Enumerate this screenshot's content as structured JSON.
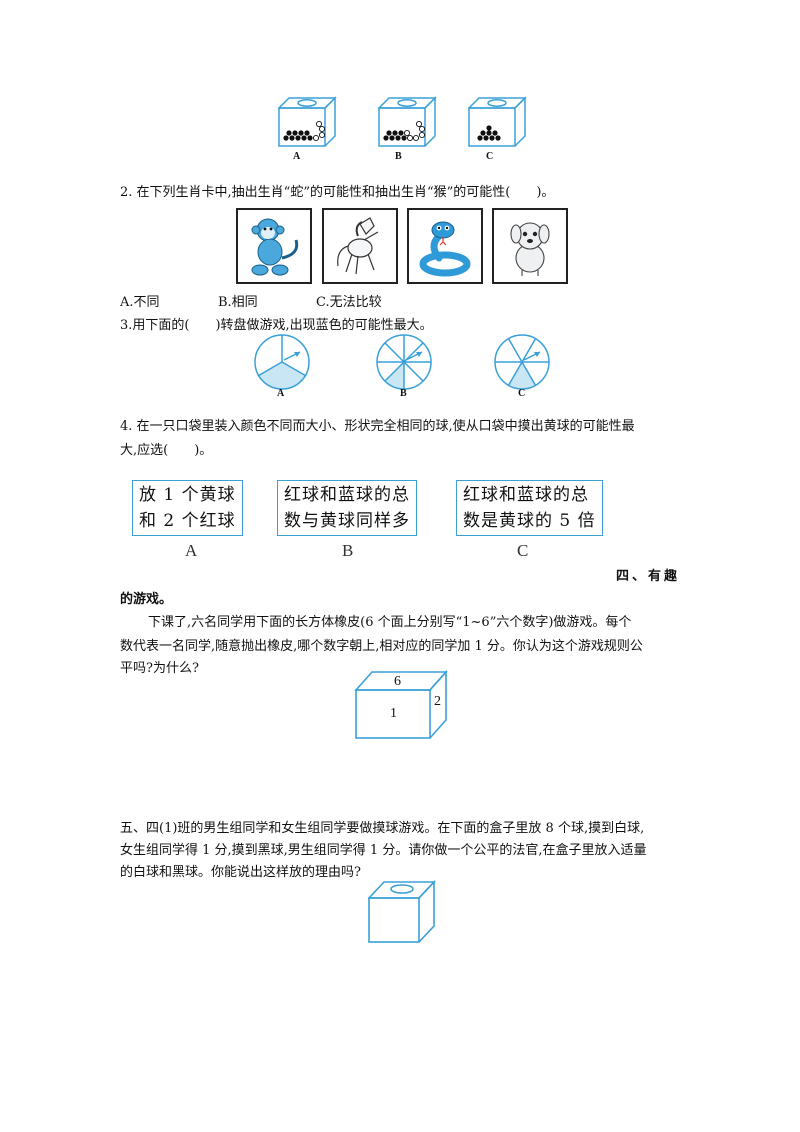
{
  "q1_boxes": [
    {
      "label": "A"
    },
    {
      "label": "B"
    },
    {
      "label": "C"
    }
  ],
  "q2": {
    "stem": "2. 在下列生肖卡中,抽出生肖“蛇”的可能性和抽出生肖“猴”的可能性(　　)。",
    "cards": [
      "monkey-icon",
      "horse-icon",
      "snake-icon",
      "dog-icon"
    ],
    "options": [
      "A.不同",
      "B.相同",
      "C.无法比较"
    ]
  },
  "q3": {
    "stem": "3.用下面的(　　)转盘做游戏,出现蓝色的可能性最大。",
    "spinners": [
      {
        "label": "A",
        "sectors": 3,
        "blue_fraction": 0.333
      },
      {
        "label": "B",
        "sectors": 8,
        "blue_fraction": 0.125
      },
      {
        "label": "C",
        "sectors": 6,
        "blue_fraction": 0.167
      }
    ],
    "blue_color": "#c9e6f5"
  },
  "q4": {
    "stem_line1": "4. 在一只口袋里装入颜色不同而大小、形状完全相同的球,使从口袋中摸出黄球的可能性最",
    "stem_line2": "大,应选(　　)。",
    "options": [
      {
        "line1": "放 1 个黄球",
        "line2": "和 2 个红球",
        "label": "A"
      },
      {
        "line1": "红球和蓝球的总",
        "line2": "数与黄球同样多",
        "label": "B"
      },
      {
        "line1": "红球和蓝球的总",
        "line2": "数是黄球的 5 倍",
        "label": "C"
      }
    ]
  },
  "s4": {
    "heading_part1": "四、有趣",
    "heading_part2": "的游戏。",
    "line1": "下课了,六名同学用下面的长方体橡皮(6 个面上分别写“1~6”六个数字)做游戏。每个",
    "line2": "数代表一名同学,随意抛出橡皮,哪个数字朝上,相对应的同学加 1 分。你认为这个游戏规则公",
    "line3": "平吗?为什么?",
    "eraser_top": "6",
    "eraser_front": "1",
    "eraser_side": "2"
  },
  "s5": {
    "line1": "五、四(1)班的男生组同学和女生组同学要做摸球游戏。在下面的盒子里放 8 个球,摸到白球,",
    "line2": "女生组同学得 1 分,摸到黑球,男生组同学得 1 分。请你做一个公平的法官,在盒子里放入适量",
    "line3": "的白球和黑球。你能说出这样放的理由吗?"
  },
  "accent_color": "#3aa0d8"
}
